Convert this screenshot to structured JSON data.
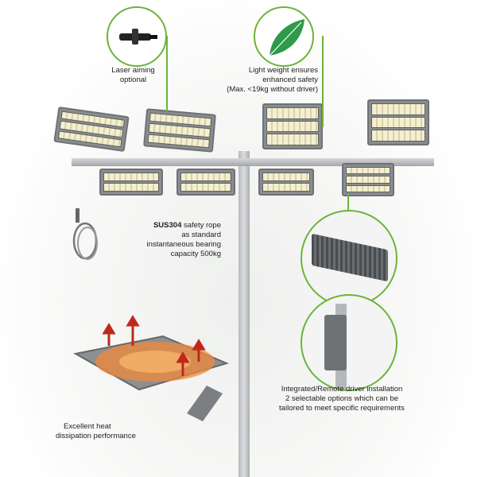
{
  "callouts": {
    "laser": {
      "line1": "Laser aiming",
      "line2": "optional"
    },
    "weight": {
      "line1": "Light weight ensures",
      "line2": "enhanced safety",
      "line3": "(Max. <19kg without driver)"
    },
    "rope": {
      "bold": "SUS304",
      "line1_rest": " safety rope",
      "line2": "as standard",
      "line3": "instantaneous bearing",
      "line4": "capacity 500kg"
    },
    "driver": {
      "line1": "Integrated/Remote driver installation",
      "line2": "2 selectable options which can be",
      "line3": "tailored to meet specific requirements"
    },
    "heat": {
      "line1": "Excellent heat",
      "line2": "dissipation performance"
    }
  },
  "colors": {
    "accent": "#6bb43a",
    "heat_arrow": "#d0231a"
  }
}
